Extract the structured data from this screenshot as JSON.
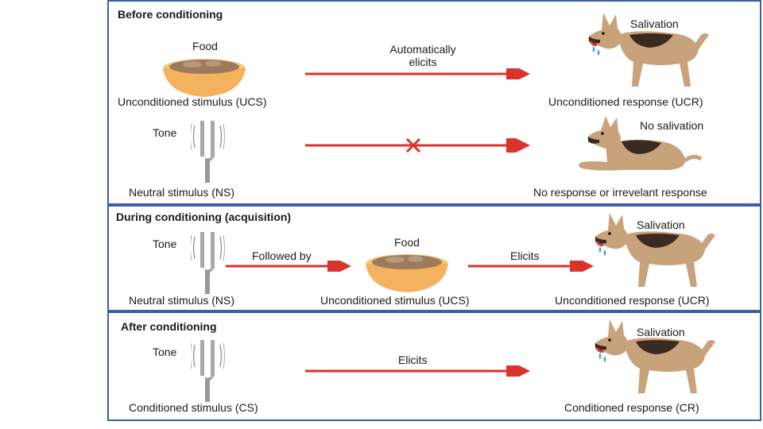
{
  "panels": {
    "before": {
      "title": "Before conditioning",
      "food_label": "Food",
      "arrow1_label_line1": "Automatically",
      "arrow1_label_line2": "elicits",
      "salivation": "Salivation",
      "ucs": "Unconditioned stimulus (UCS)",
      "ucr": "Unconditioned response (UCR)",
      "tone_label": "Tone",
      "no_salivation": "No salivation",
      "ns": "Neutral stimulus (NS)",
      "no_response": "No response or irrevelant response"
    },
    "during": {
      "title": "During conditioning (acquisition)",
      "tone_label": "Tone",
      "followed_by": "Followed by",
      "food_label": "Food",
      "elicits": "Elicits",
      "salivation": "Salivation",
      "ns": "Neutral stimulus (NS)",
      "ucs": "Unconditioned stimulus (UCS)",
      "ucr": "Unconditioned response (UCR)"
    },
    "after": {
      "title": "After conditioning",
      "tone_label": "Tone",
      "elicits": "Elicits",
      "salivation": "Salivation",
      "cs": "Conditioned stimulus (CS)",
      "cr": "Conditioned response (CR)"
    }
  },
  "colors": {
    "border": "#3a5fa8",
    "arrow": "#d9342b",
    "bowl": "#f4b25e",
    "food": "#9c7a5b",
    "dog_body": "#c8a27a",
    "dog_dark": "#3b2a22",
    "fork": "#a8a8a8",
    "drool": "#4aa3d9"
  },
  "icons": {
    "bowl": "food-bowl-icon",
    "fork": "tuning-fork-icon",
    "dog": "dog-icon",
    "cross": "cross-icon"
  }
}
